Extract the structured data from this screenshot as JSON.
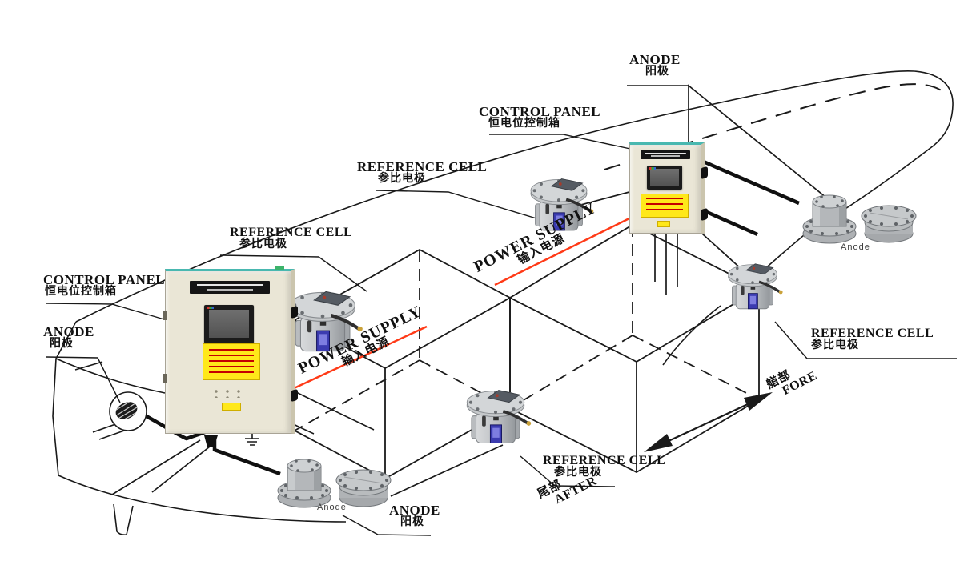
{
  "diagram": {
    "type": "ship ICCP cathodic protection system installation diagram",
    "language": "English + Chinese"
  },
  "colors": {
    "line": "#1a1a1a",
    "accent_red": "#ff3a17",
    "panel_beige": "#eae6d6",
    "label_yellow": "#ffe81a",
    "metal_gray": "#b6b9bc",
    "electrode_blue": "#3b3bb0",
    "teal_trim": "#49b8b0"
  },
  "labels": {
    "anode_top": {
      "en": "ANODE",
      "zh": "阳极"
    },
    "control_panel_right": {
      "en": "CONTROL PANEL",
      "zh": "恒电位控制箱"
    },
    "reference_cell_top": {
      "en": "REFERENCE CELL",
      "zh": "参比电极"
    },
    "reference_cell_left": {
      "en": "REFERENCE CELL",
      "zh": "参比电极"
    },
    "control_panel_left": {
      "en": "CONTROL PANEL",
      "zh": "恒电位控制箱"
    },
    "anode_left": {
      "en": "ANODE",
      "zh": "阳极"
    },
    "power_supply_left": {
      "en": "POWER SUPPLY",
      "zh": "输入电源"
    },
    "power_supply_right": {
      "en": "POWER SUPPLY",
      "zh": "输入电源"
    },
    "reference_cell_right": {
      "en": "REFERENCE CELL",
      "zh": "参比电极"
    },
    "reference_cell_aft": {
      "en": "REFERENCE CELL",
      "zh": "参比电极"
    },
    "anode_bottom": {
      "en": "ANODE",
      "zh": "阳极"
    },
    "fore": {
      "zh": "艏部",
      "en": "FORE"
    },
    "aft": {
      "zh": "尾部",
      "en": "AFTER"
    },
    "anode_caption_bottom": "Anode",
    "anode_caption_right": "Anode"
  }
}
